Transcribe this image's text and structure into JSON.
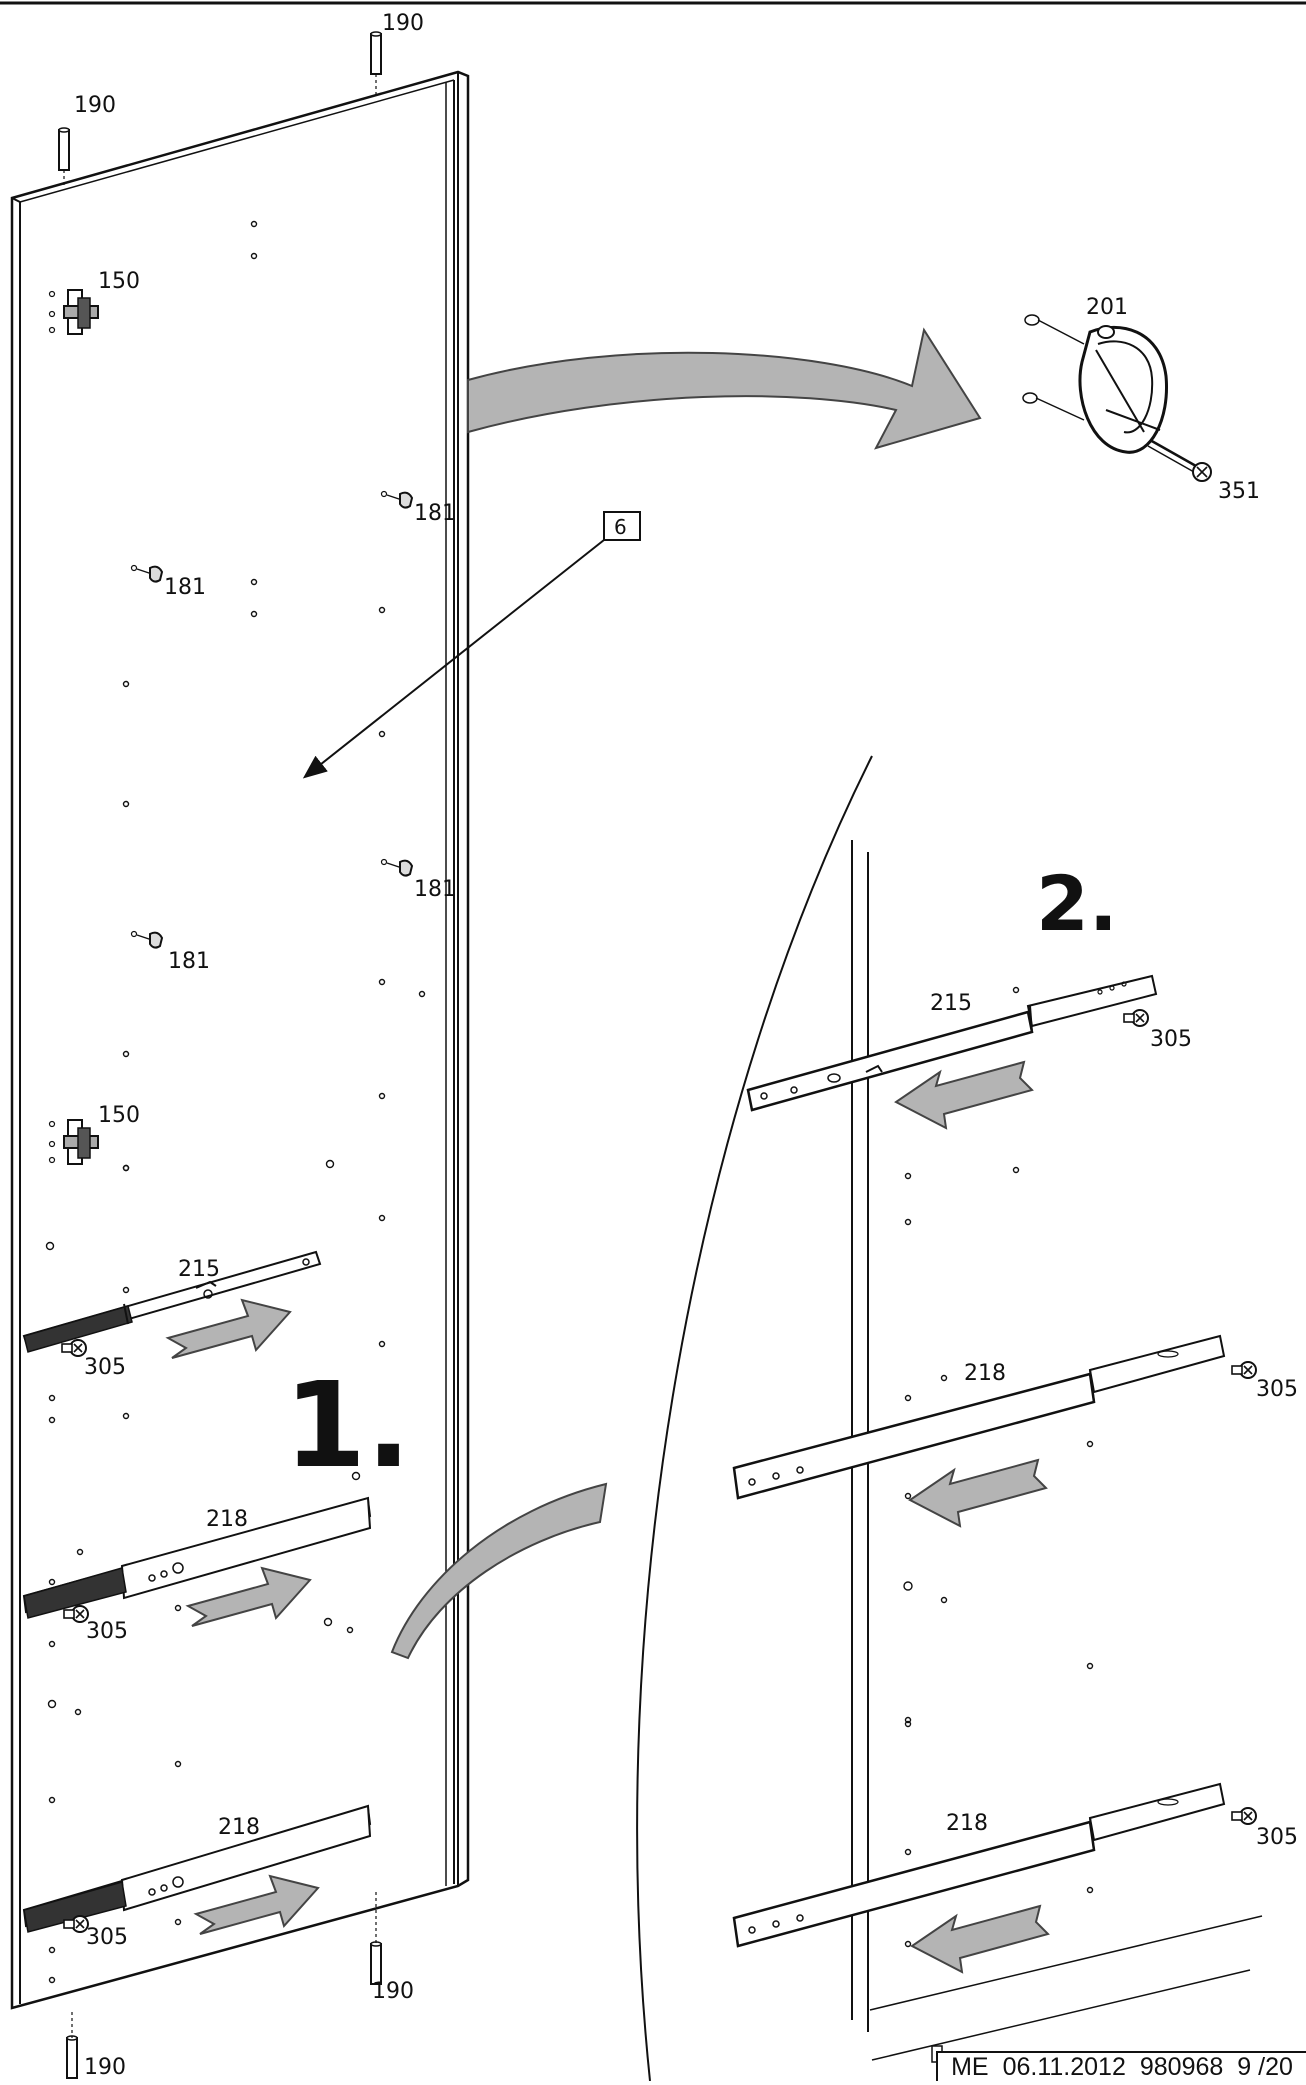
{
  "labels": {
    "p190": "190",
    "p150": "150",
    "p181": "181",
    "p201": "201",
    "p351": "351",
    "p6": "6",
    "p215": "215",
    "p218": "218",
    "p305": "305",
    "step1": "1.",
    "step2": "2."
  },
  "footer": {
    "initials": "ME",
    "date": "06.11.2012",
    "code": "980968",
    "page": "9 /20"
  },
  "colors": {
    "line": "#111111",
    "arrow_fill": "#b4b4b4",
    "arrow_stroke": "#444444",
    "panel_fill": "#ffffff"
  }
}
